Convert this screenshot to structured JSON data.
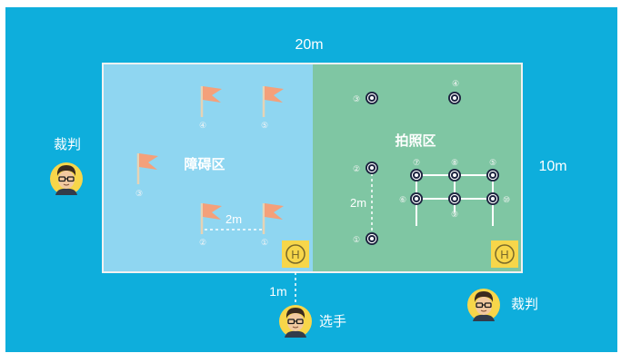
{
  "field": {
    "width_label": "20m",
    "height_label": "10m",
    "obstacle_zone_label": "障碍区",
    "photo_zone_label": "拍照区",
    "helipad_symbol": "H",
    "colors": {
      "background": "#0eaedc",
      "obstacle_zone": "#8fd6f1",
      "photo_zone": "#7fc6a3",
      "border": "#f2f2f2",
      "helipad": "#f7d64a",
      "flag": "#f4a07a",
      "flag_pole": "#e6d3b5",
      "target": "#1d2440"
    }
  },
  "flags": {
    "items": [
      {
        "number": "④",
        "icon": "flag-icon"
      },
      {
        "number": "⑤",
        "icon": "flag-icon"
      },
      {
        "number": "③",
        "icon": "flag-icon"
      },
      {
        "number": "②",
        "icon": "flag-icon"
      },
      {
        "number": "①",
        "icon": "flag-icon"
      }
    ],
    "spacing_label": "2m"
  },
  "targets": {
    "items": [
      {
        "number": "③"
      },
      {
        "number": "④"
      },
      {
        "number": "②"
      },
      {
        "number": "①"
      },
      {
        "number": "⑦"
      },
      {
        "number": "⑧"
      },
      {
        "number": "⑤"
      },
      {
        "number": "⑥"
      },
      {
        "number": "⑨"
      },
      {
        "number": "⑩"
      }
    ],
    "spacing_label": "2m"
  },
  "people": {
    "judge_left": {
      "label": "裁判",
      "icon": "person-avatar-icon"
    },
    "judge_right": {
      "label": "裁判",
      "icon": "person-avatar-icon"
    },
    "player": {
      "label": "选手",
      "icon": "person-avatar-icon"
    },
    "player_distance_label": "1m"
  }
}
